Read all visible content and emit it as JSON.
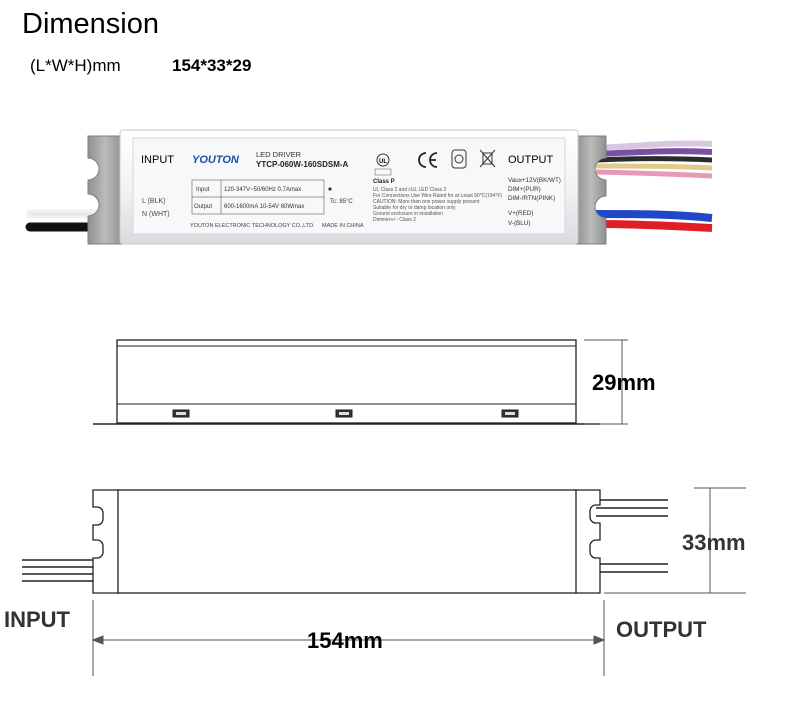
{
  "heading": {
    "title": "Dimension",
    "dim_label": "(L*W*H)mm",
    "dim_value": "154*33*29"
  },
  "label": {
    "input_title": "INPUT",
    "l_wire": "L (BLK)",
    "n_wire": "N (WHT)",
    "brand": "YOUTON",
    "product": "LED DRIVER",
    "model": "YTCP-060W-160SDSM-A",
    "row_input_key": "Input",
    "row_input_val": "120-347V~50/60Hz 0.7Amax",
    "row_output_key": "Output",
    "row_output_val": "600-1600mA 10-54V 60Wmax",
    "tc": "Tc: 85°C",
    "company": "YOUTON ELECTRONIC TECHNOLOGY CO.,LTD.",
    "made_in": "MADE IN CHINA",
    "class_p": "Class P",
    "fine_print": [
      "UL Class 2 and cUL LED Class 2",
      "For Connections Use Wire Rated for at Least 90°C(194°F)",
      "CAUTION: More than one power supply present",
      "Suitable for dry or damp location only",
      "Ground enclosure in installation",
      "Dimmer+/-: Class 2"
    ],
    "output_title": "OUTPUT",
    "out_wires": [
      "Vaux+12V(BK/WT)",
      "DIM+(PUR)",
      "DIM-/RTN(PINK)",
      "V+(RED)",
      "V-(BLU)"
    ]
  },
  "side_view": {
    "height_label": "29mm"
  },
  "top_view": {
    "width_label": "33mm",
    "length_label": "154mm",
    "input_label": "INPUT",
    "output_label": "OUTPUT"
  },
  "colors": {
    "wire_black": "#111111",
    "wire_white": "#f4f4f4",
    "wire_purple": "#7b4fa6",
    "wire_pink": "#e79ab7",
    "wire_bkwt": "#2b2b2b",
    "wire_yellowish": "#e2c98c",
    "wire_red": "#e01e26",
    "wire_blue": "#1f48c8",
    "housing": "#f2f3f5",
    "bracket": "#a7aaa8"
  }
}
